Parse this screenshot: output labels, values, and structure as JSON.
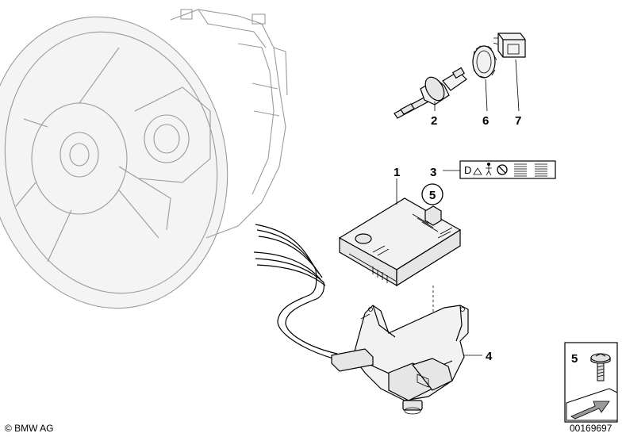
{
  "callouts": {
    "c1": "1",
    "c2": "2",
    "c3": "3",
    "c4": "4",
    "c5_circle": "5",
    "c5_box": "5",
    "c6": "6",
    "c7": "7"
  },
  "label_symbols": {
    "d_letter": "D"
  },
  "footer": {
    "copyright": "© BMW AG",
    "drawing_number": "00169697"
  }
}
